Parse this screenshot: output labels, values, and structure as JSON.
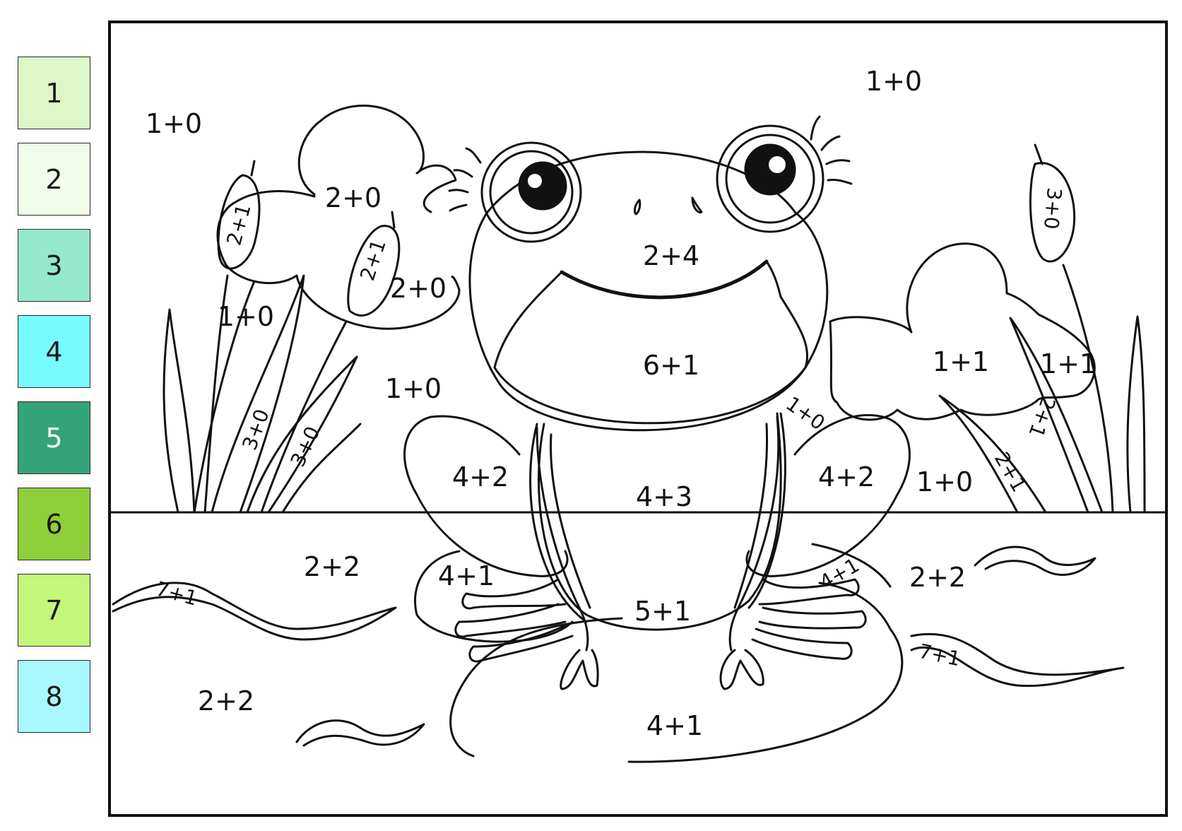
{
  "legend": [
    {
      "number": "1",
      "color": "#dcf8c8"
    },
    {
      "number": "2",
      "color": "#f2fde9"
    },
    {
      "number": "3",
      "color": "#94e8cc"
    },
    {
      "number": "4",
      "color": "#78fbff"
    },
    {
      "number": "5",
      "color": "#34a37a"
    },
    {
      "number": "6",
      "color": "#8ecf3a"
    },
    {
      "number": "7",
      "color": "#c4f67a"
    },
    {
      "number": "8",
      "color": "#a8f8ff"
    }
  ],
  "labels": [
    {
      "text": "1+0"
    },
    {
      "text": "1+0"
    },
    {
      "text": "2+0"
    },
    {
      "text": "2+0"
    },
    {
      "text": "2+1"
    },
    {
      "text": "2+1"
    },
    {
      "text": "3+0"
    },
    {
      "text": "1+0"
    },
    {
      "text": "3+0"
    },
    {
      "text": "3+0"
    },
    {
      "text": "1+0"
    },
    {
      "text": "2+4"
    },
    {
      "text": "6+1"
    },
    {
      "text": "1+0"
    },
    {
      "text": "4+2"
    },
    {
      "text": "4+3"
    },
    {
      "text": "4+2"
    },
    {
      "text": "1+1"
    },
    {
      "text": "1+1"
    },
    {
      "text": "2+1"
    },
    {
      "text": "2+1"
    },
    {
      "text": "1+0"
    },
    {
      "text": "2+2"
    },
    {
      "text": "7+1"
    },
    {
      "text": "4+1"
    },
    {
      "text": "5+1"
    },
    {
      "text": "4+1"
    },
    {
      "text": "2+2"
    },
    {
      "text": "7+1"
    },
    {
      "text": "2+2"
    },
    {
      "text": "4+1"
    }
  ]
}
